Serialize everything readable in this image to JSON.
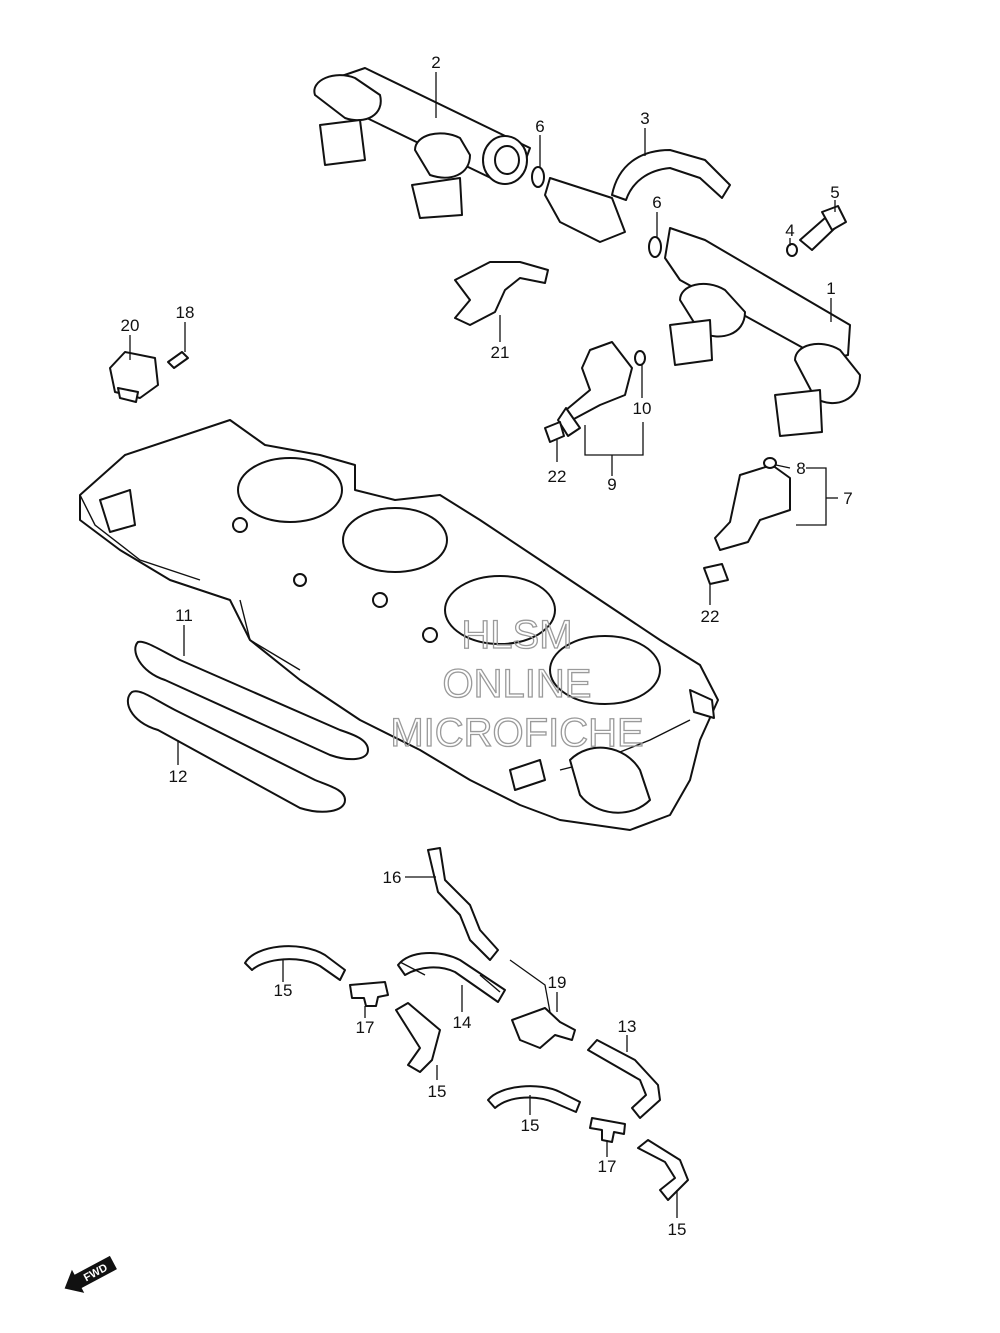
{
  "callouts": {
    "p1": "1",
    "p2": "2",
    "p3": "3",
    "p4": "4",
    "p5": "5",
    "p6a": "6",
    "p6b": "6",
    "p7": "7",
    "p8": "8",
    "p9": "9",
    "p10": "10",
    "p11": "11",
    "p12": "12",
    "p13": "13",
    "p14": "14",
    "p15a": "15",
    "p15b": "15",
    "p15c": "15",
    "p15d": "15",
    "p16": "16",
    "p17a": "17",
    "p17b": "17",
    "p18": "18",
    "p19": "19",
    "p20": "20",
    "p21": "21",
    "p22a": "22",
    "p22b": "22"
  },
  "watermark": {
    "line1": "HLSM",
    "line2": "ONLINE",
    "line3": "MICROFICHE"
  },
  "fwd_badge": "FWD",
  "colors": {
    "line": "#111111",
    "background": "#ffffff",
    "watermark": "#9a9a9a"
  }
}
